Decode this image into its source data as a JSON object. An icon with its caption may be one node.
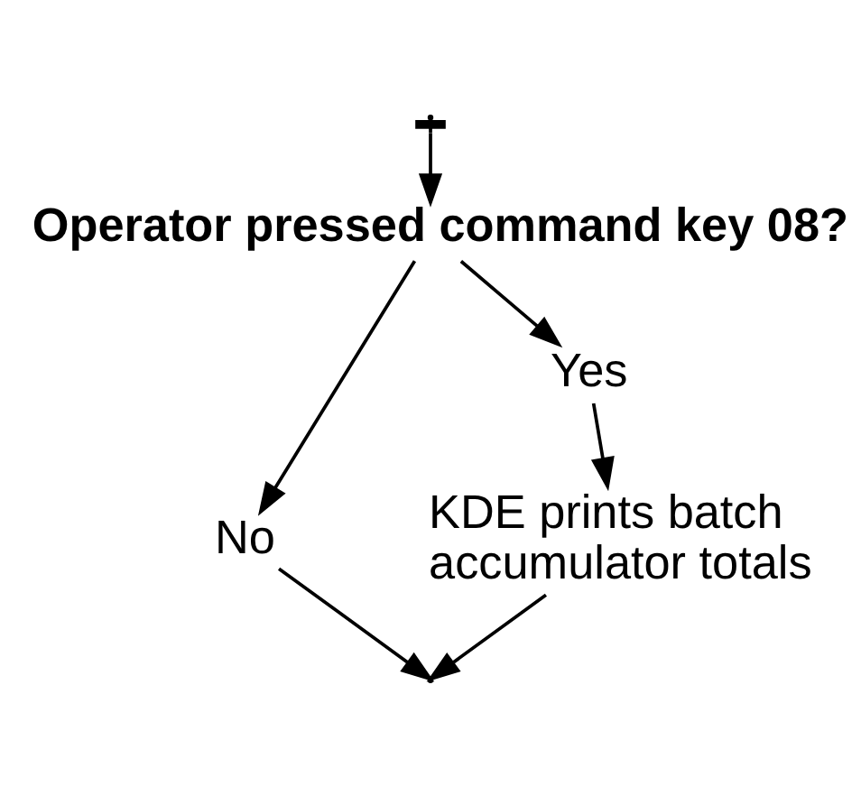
{
  "diagram": {
    "nodes": [
      {
        "text": [
          "Operator pressed command key 08?"
        ]
      },
      {
        "text": [
          "No"
        ]
      },
      {
        "text": [
          "Yes"
        ]
      },
      {
        "text": [
          "KDE prints batch accumulator totals"
        ]
      }
    ],
    "edges": [
      {
        "from": null,
        "to": 0,
        "arrow": "to"
      },
      {
        "from": 0,
        "to": 1,
        "arrow": "to"
      },
      {
        "from": 0,
        "to": 2,
        "arrow": "to"
      },
      {
        "from": 2,
        "to": 3,
        "arrow": "to"
      },
      {
        "from": 1,
        "to": null,
        "arrow": "to"
      },
      {
        "from": 3,
        "to": null,
        "arrow": "to"
      }
    ]
  }
}
